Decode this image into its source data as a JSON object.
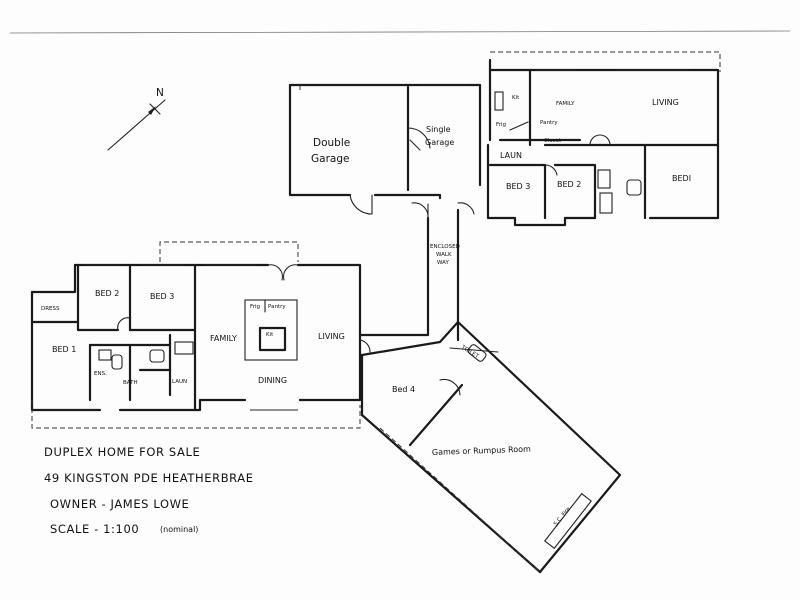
{
  "north_label": "N",
  "rooms": {
    "double_garage_1": "Double",
    "double_garage_2": "Garage",
    "single_garage_1": "Single",
    "single_garage_2": "Garage",
    "pantry_top": "Pantry",
    "closet_top": "Closet",
    "kit_top": "Kit",
    "frig_top": "Frig",
    "family_top": "FAMILY",
    "living_top": "LIVING",
    "laun_top": "LAUN",
    "bed3_top": "BED 3",
    "bed2_top": "BED 2",
    "bed1_top": "BEDI",
    "enclosed_1": "ENCLOSED",
    "enclosed_2": "WALK",
    "enclosed_3": "WAY",
    "dress": "DRESS",
    "bed2": "BED 2",
    "bed3": "BED 3",
    "bed1": "BED 1",
    "ens": "ENS.",
    "bath": "BATH",
    "laun": "LAUN",
    "frig": "Frig",
    "pantry": "Pantry",
    "kit": "Kit",
    "family": "FAMILY",
    "living": "LIVING",
    "dining": "DINING",
    "bed4": "Bed 4",
    "toilet": "TOILET",
    "games_room": "Games or Rumpus Room",
    "sc_fire": "S.C. Fire"
  },
  "caption": {
    "line1": "DUPLEX HOME FOR SALE",
    "line2": "49 KINGSTON PDE HEATHERBRAE",
    "line3": "OWNER - JAMES LOWE",
    "line4_main": "SCALE - 1:100",
    "line4_note": "(nominal)"
  }
}
